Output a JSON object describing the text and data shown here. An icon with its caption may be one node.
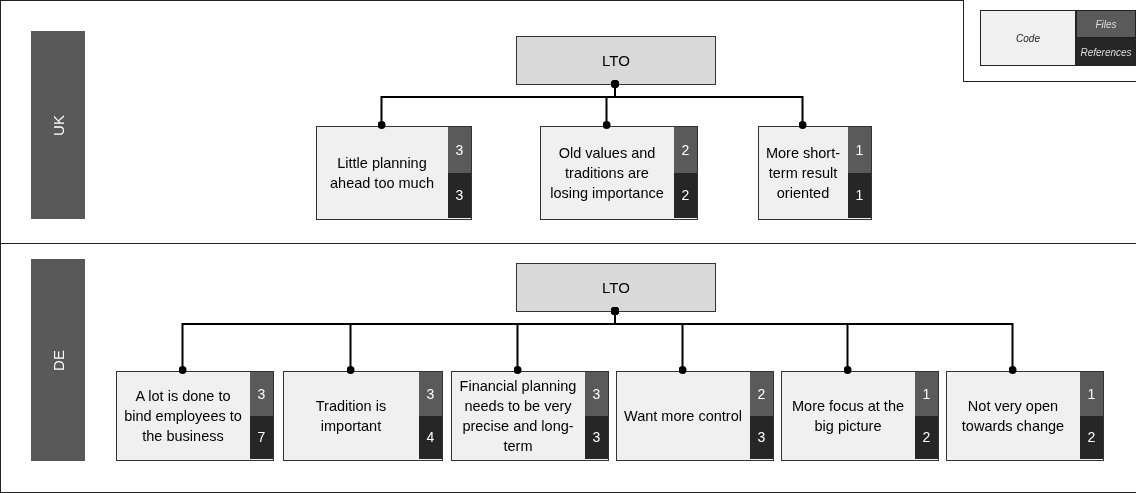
{
  "diagram": {
    "nodes": [
      {
        "text": [
          "UK"
        ]
      },
      {
        "text": [
          "LTO"
        ],
        "in": 0
      },
      {
        "text": [
          "Little planning ahead too much",
          "3",
          "3"
        ],
        "in": 0
      },
      {
        "text": [
          "Old values and traditions are losing importance",
          "2",
          "2"
        ],
        "in": 0
      },
      {
        "text": [
          "More short-term result oriented",
          "1",
          "1"
        ],
        "in": 0
      },
      {
        "text": [
          "DE"
        ]
      },
      {
        "text": [
          "LTO"
        ],
        "in": 5
      },
      {
        "text": [
          "A lot is done to bind employees to the business",
          "3",
          "7"
        ],
        "in": 5
      },
      {
        "text": [
          "Tradition is important",
          "3",
          "4"
        ],
        "in": 5
      },
      {
        "text": [
          "Financial planning needs to be very precise and long-term",
          "3",
          "3"
        ],
        "in": 5
      },
      {
        "text": [
          "Want more control",
          "2",
          "3"
        ],
        "in": 5
      },
      {
        "text": [
          "More focus at the big picture",
          "1",
          "2"
        ],
        "in": 5
      },
      {
        "text": [
          "Not very open towards change",
          "1",
          "2"
        ],
        "in": 5
      }
    ],
    "edges": [
      {
        "from": 1,
        "to": 2,
        "arrow": "other"
      },
      {
        "from": 1,
        "to": 3,
        "arrow": "other"
      },
      {
        "from": 1,
        "to": 4,
        "arrow": "other"
      },
      {
        "from": 6,
        "to": 7,
        "arrow": "other"
      },
      {
        "from": 6,
        "to": 8,
        "arrow": "other"
      },
      {
        "from": 6,
        "to": 9,
        "arrow": "other"
      },
      {
        "from": 6,
        "to": 10,
        "arrow": "other"
      },
      {
        "from": 6,
        "to": 11,
        "arrow": "other"
      },
      {
        "from": 6,
        "to": 12,
        "arrow": "other"
      }
    ],
    "legend": [
      {
        "text": "Code",
        "color": "#f0f0f0"
      },
      {
        "text": "Files",
        "color": "#5a5a5a"
      },
      {
        "text": "References",
        "color": "#262626"
      }
    ]
  }
}
